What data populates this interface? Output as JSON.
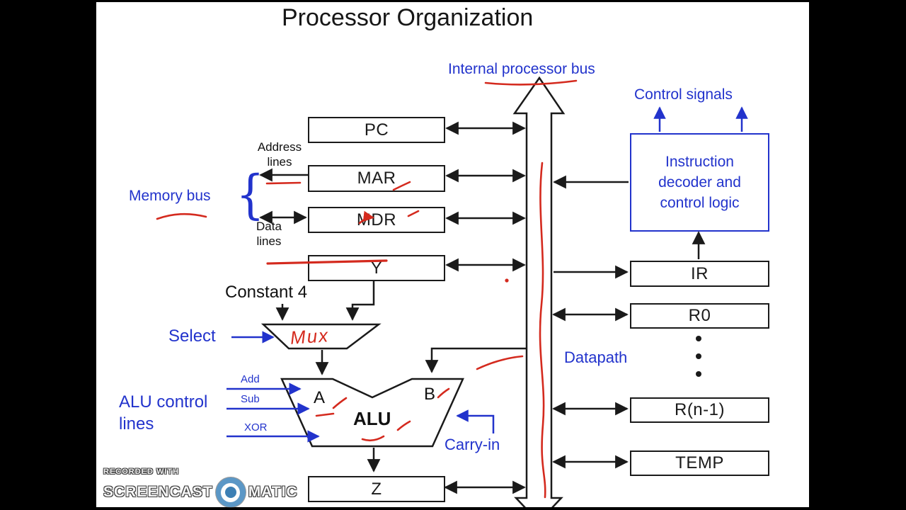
{
  "slide": {
    "title": "Processor Organization"
  },
  "bus": {
    "label": "Internal processor bus"
  },
  "memory": {
    "address_lines": [
      "Address",
      "lines"
    ],
    "data_lines": [
      "Data",
      "lines"
    ],
    "memory_bus": "Memory bus",
    "brace": "{"
  },
  "registers": {
    "pc": "PC",
    "mar": "MAR",
    "mdr": "MDR",
    "y": "Y",
    "z": "Z",
    "ir": "IR",
    "r0": "R0",
    "rn1": "R(n-1)",
    "temp": "TEMP"
  },
  "mux": {
    "select": "Select",
    "constant": "Constant 4",
    "annotation": "Mux"
  },
  "alu": {
    "name": "ALU",
    "input_a": "A",
    "input_b": "B",
    "control_label": [
      "ALU control",
      "lines"
    ],
    "ops": [
      "Add",
      "Sub",
      "XOR"
    ],
    "carry_in": "Carry-in"
  },
  "control": {
    "signals_label": "Control signals",
    "decoder_lines": [
      "Instruction",
      "decoder and",
      "control logic"
    ],
    "datapath": "Datapath"
  },
  "watermark": {
    "recorded": "RECORDED WITH",
    "brand_left": "SCREENCAST",
    "brand_right": "MATIC"
  },
  "colors": {
    "label_blue": "#2233cc",
    "annotation_red": "#d42a1e",
    "line_black": "#1a1a1a",
    "slide_bg": "#ffffff",
    "bar_black": "#000000"
  }
}
